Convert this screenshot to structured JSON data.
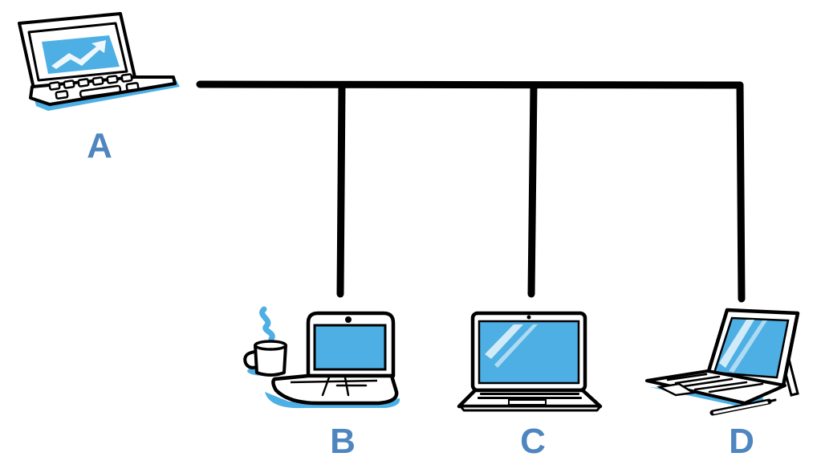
{
  "diagram": {
    "topology": "bus",
    "devices": [
      {
        "id": "A",
        "label": "A",
        "icon": "laptop-chart-icon"
      },
      {
        "id": "B",
        "label": "B",
        "icon": "retro-laptop-with-coffee-icon"
      },
      {
        "id": "C",
        "label": "C",
        "icon": "laptop-icon"
      },
      {
        "id": "D",
        "label": "D",
        "icon": "tablet-with-keyboard-and-stylus-icon"
      }
    ],
    "connections": [
      {
        "from": "A",
        "to": "bus"
      },
      {
        "from": "bus",
        "to": "B"
      },
      {
        "from": "bus",
        "to": "C"
      },
      {
        "from": "bus",
        "to": "D"
      }
    ],
    "colors": {
      "line": "#000000",
      "screen": "#4dafe3",
      "label": "#4f86c0",
      "shadow": "#4dafe3"
    }
  }
}
